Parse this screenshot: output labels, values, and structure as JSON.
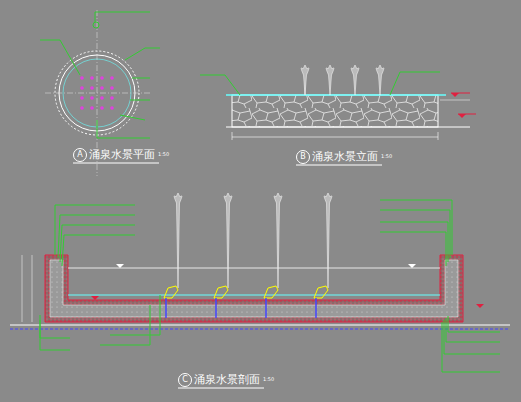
{
  "diagram": {
    "labels": [
      "A",
      "涌泉水景平面",
      "1:50",
      "B",
      "涌泉水景立面",
      "1:50",
      "C",
      "涌泉水景剖面",
      "1:50"
    ]
  }
}
